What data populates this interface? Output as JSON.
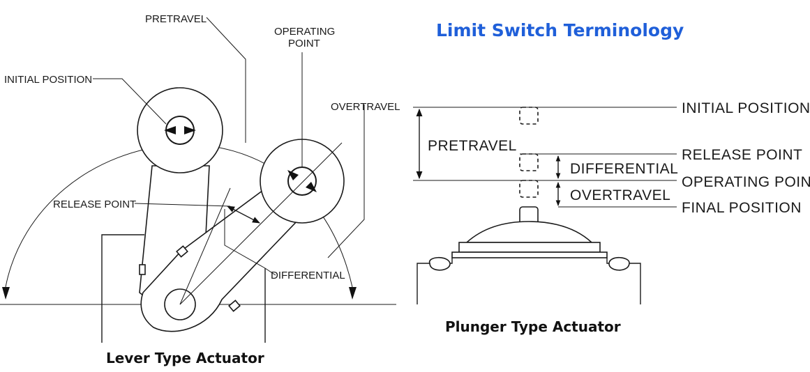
{
  "title": "Limit Switch Terminology",
  "lever": {
    "caption": "Lever Type Actuator",
    "labels": {
      "pretravel": "PRETRAVEL",
      "operating_point_line1": "OPERATING",
      "operating_point_line2": "POINT",
      "initial_position": "INITIAL POSITION",
      "overtravel": "OVERTRAVEL",
      "release_point": "RELEASE POINT",
      "differential": "DIFFERENTIAL"
    }
  },
  "plunger": {
    "caption": "Plunger Type Actuator",
    "labels": {
      "initial_position": "INITIAL POSITION",
      "pretravel": "PRETRAVEL",
      "release_point": "RELEASE POINT",
      "differential": "DIFFERENTIAL",
      "operating_point": "OPERATING POINT",
      "overtravel": "OVERTRAVEL",
      "final_position": "FINAL POSITION"
    }
  }
}
